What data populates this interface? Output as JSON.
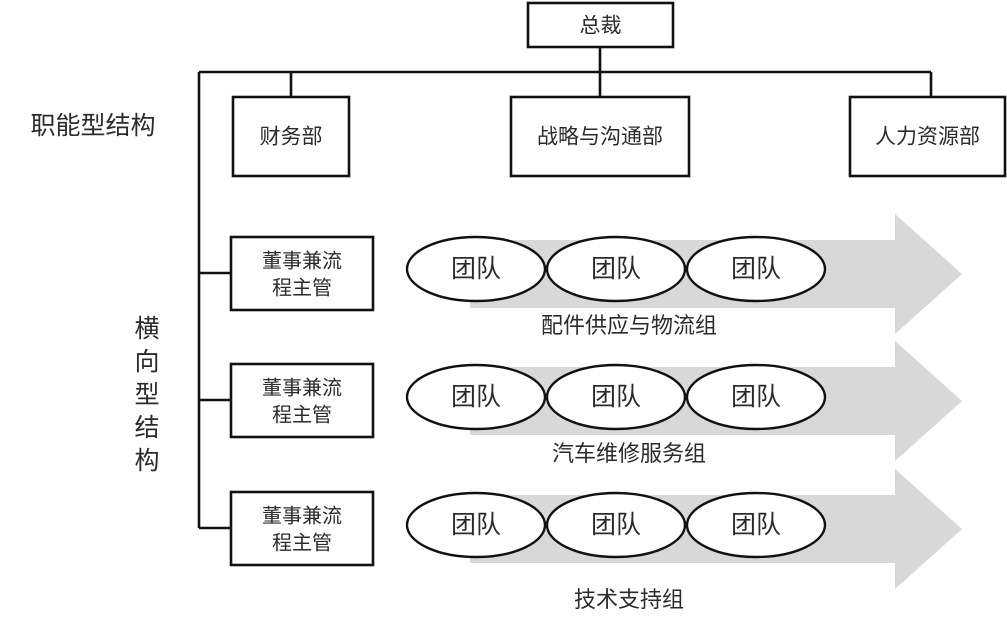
{
  "diagram": {
    "title_president": "总裁",
    "side_labels": {
      "functional": "职能型结构",
      "horizontal": "横向型结构"
    },
    "departments": [
      {
        "label": "财务部"
      },
      {
        "label": "战略与沟通部"
      },
      {
        "label": "人力资源部"
      }
    ],
    "process_rows": [
      {
        "owner_line1": "董事兼流",
        "owner_line2": "程主管",
        "teams": [
          "团队",
          "团队",
          "团队"
        ],
        "group_label": "配件供应与物流组"
      },
      {
        "owner_line1": "董事兼流",
        "owner_line2": "程主管",
        "teams": [
          "团队",
          "团队",
          "团队"
        ],
        "group_label": "汽车维修服务组"
      },
      {
        "owner_line1": "董事兼流",
        "owner_line2": "程主管",
        "teams": [
          "团队",
          "团队",
          "团队"
        ],
        "group_label": "技术支持组"
      }
    ],
    "colors": {
      "line": "#111111",
      "box_fill": "#ffffff",
      "arrow_fill": "#d8d8d8",
      "text": "#2b2b2b"
    }
  }
}
